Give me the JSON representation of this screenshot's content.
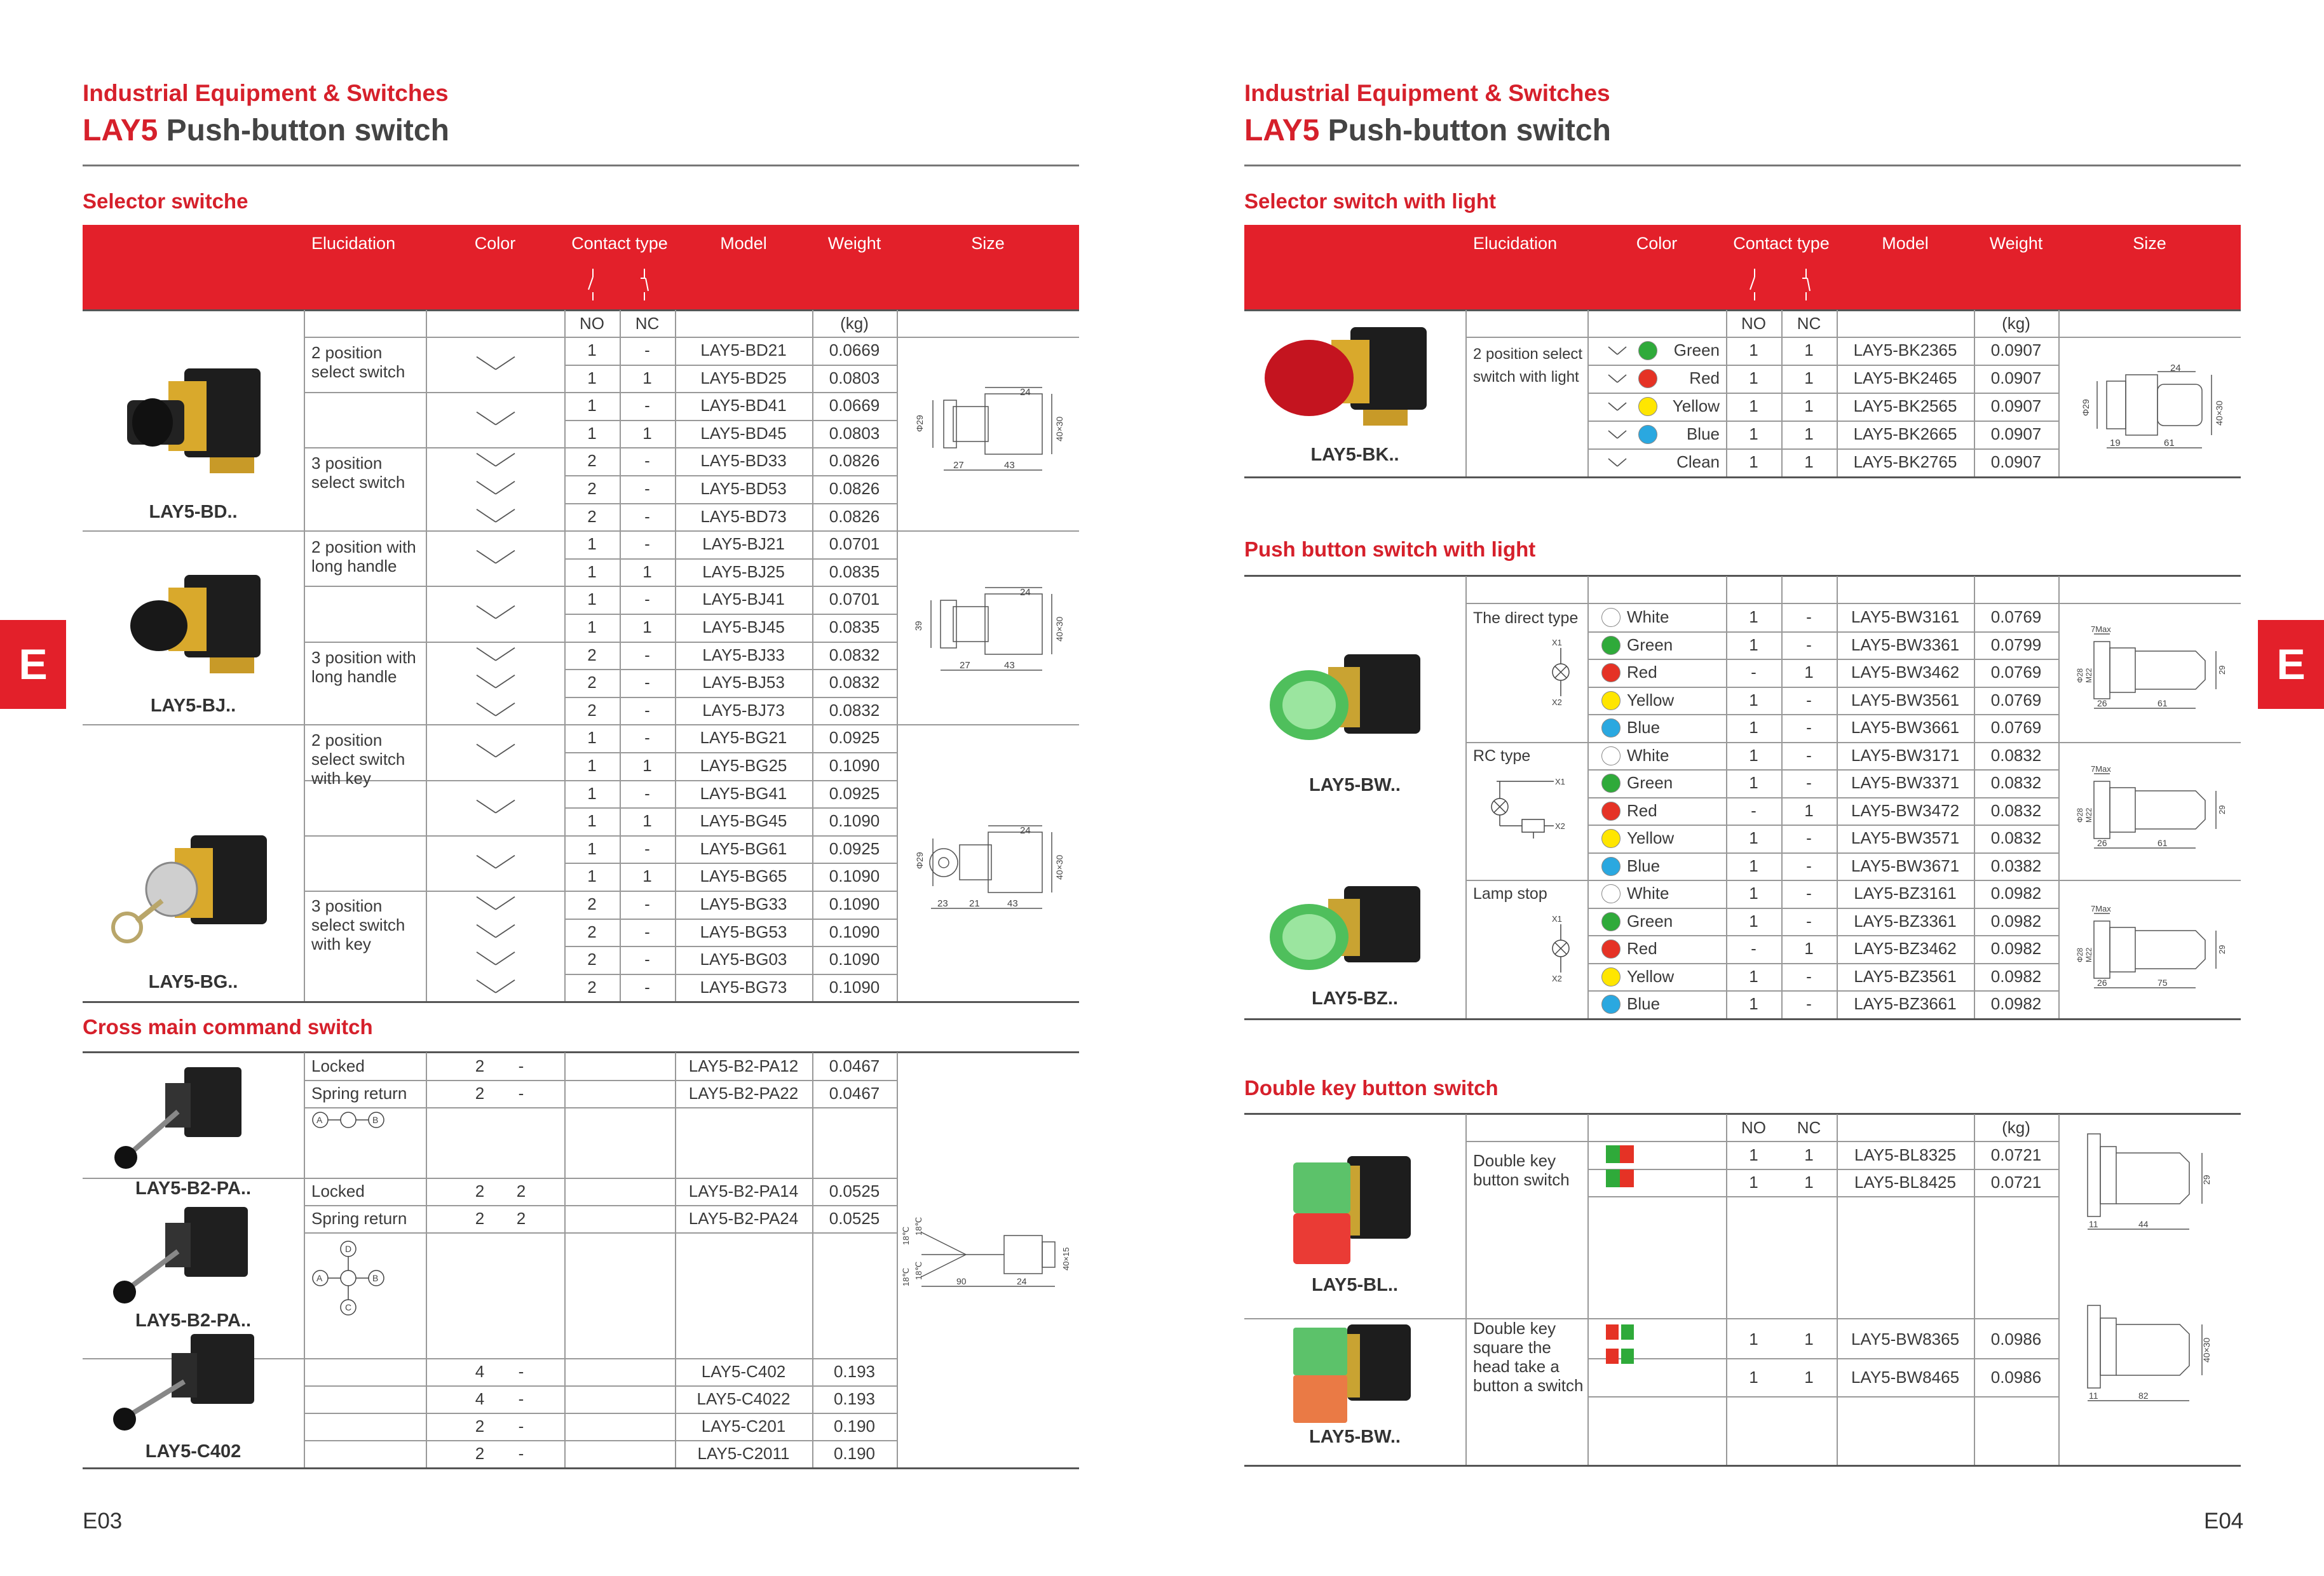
{
  "left": {
    "category": "Industrial Equipment & Switches",
    "series": "LAY5",
    "product": "Push-button switch",
    "section1": "Selector switche",
    "section2": "Cross main command switch",
    "page": "E03",
    "headers": {
      "elucidation": "Elucidation",
      "color": "Color",
      "contact": "Contact type",
      "model": "Model",
      "weight": "Weight",
      "size": "Size",
      "no": "NO",
      "nc": "NC",
      "kg": "(kg)"
    },
    "groups": [
      {
        "caption": "LAY5-BD..",
        "desc1": "2 position select switch",
        "desc2": "3 position select switch"
      },
      {
        "caption": "LAY5-BJ..",
        "desc1": "2 position with long handle",
        "desc2": "3 position with long handle"
      },
      {
        "caption": "LAY5-BG..",
        "desc1": "2 position select switch with key",
        "desc2": "3 position select switch with key"
      }
    ],
    "rows": [
      [
        "1",
        "-",
        "LAY5-BD21",
        "0.0669"
      ],
      [
        "1",
        "1",
        "LAY5-BD25",
        "0.0803"
      ],
      [
        "1",
        "-",
        "LAY5-BD41",
        "0.0669"
      ],
      [
        "1",
        "1",
        "LAY5-BD45",
        "0.0803"
      ],
      [
        "2",
        "-",
        "LAY5-BD33",
        "0.0826"
      ],
      [
        "2",
        "-",
        "LAY5-BD53",
        "0.0826"
      ],
      [
        "2",
        "-",
        "LAY5-BD73",
        "0.0826"
      ],
      [
        "1",
        "-",
        "LAY5-BJ21",
        "0.0701"
      ],
      [
        "1",
        "1",
        "LAY5-BJ25",
        "0.0835"
      ],
      [
        "1",
        "-",
        "LAY5-BJ41",
        "0.0701"
      ],
      [
        "1",
        "1",
        "LAY5-BJ45",
        "0.0835"
      ],
      [
        "2",
        "-",
        "LAY5-BJ33",
        "0.0832"
      ],
      [
        "2",
        "-",
        "LAY5-BJ53",
        "0.0832"
      ],
      [
        "2",
        "-",
        "LAY5-BJ73",
        "0.0832"
      ],
      [
        "1",
        "-",
        "LAY5-BG21",
        "0.0925"
      ],
      [
        "1",
        "1",
        "LAY5-BG25",
        "0.1090"
      ],
      [
        "1",
        "-",
        "LAY5-BG41",
        "0.0925"
      ],
      [
        "1",
        "1",
        "LAY5-BG45",
        "0.1090"
      ],
      [
        "1",
        "-",
        "LAY5-BG61",
        "0.0925"
      ],
      [
        "1",
        "1",
        "LAY5-BG65",
        "0.1090"
      ],
      [
        "2",
        "-",
        "LAY5-BG33",
        "0.1090"
      ],
      [
        "2",
        "-",
        "LAY5-BG53",
        "0.1090"
      ],
      [
        "2",
        "-",
        "LAY5-BG03",
        "0.1090"
      ],
      [
        "2",
        "-",
        "LAY5-BG73",
        "0.1090"
      ]
    ],
    "dims": {
      "bd": [
        "24",
        "Φ29",
        "40×30",
        "27",
        "43"
      ],
      "bj": [
        "24",
        "39",
        "40×30",
        "27",
        "43"
      ],
      "bg": [
        "24",
        "Φ29",
        "40×30",
        "23",
        "21",
        "43"
      ],
      "cross": [
        "18℃",
        "18℃",
        "18℃",
        "18℃",
        "40×15",
        "90",
        "24"
      ]
    },
    "cross": {
      "captions": [
        "LAY5-B2-PA..",
        "LAY5-B2-PA..",
        "LAY5-C402"
      ],
      "rows": [
        [
          "Locked",
          "2",
          "-",
          "LAY5-B2-PA12",
          "0.0467"
        ],
        [
          "Spring return",
          "2",
          "-",
          "LAY5-B2-PA22",
          "0.0467"
        ],
        [
          "Locked",
          "2",
          "2",
          "LAY5-B2-PA14",
          "0.0525"
        ],
        [
          "Spring return",
          "2",
          "2",
          "LAY5-B2-PA24",
          "0.0525"
        ],
        [
          "",
          "4",
          "-",
          "LAY5-C402",
          "0.193"
        ],
        [
          "",
          "4",
          "-",
          "LAY5-C4022",
          "0.193"
        ],
        [
          "",
          "2",
          "-",
          "LAY5-C201",
          "0.190"
        ],
        [
          "",
          "2",
          "-",
          "LAY5-C2011",
          "0.190"
        ]
      ],
      "letters": {
        "a": "A",
        "b": "B",
        "c": "C",
        "d": "D"
      }
    }
  },
  "right": {
    "category": "Industrial Equipment & Switches",
    "series": "LAY5",
    "product": "Push-button switch",
    "section1": "Selector switch with light",
    "section2": "Push button switch with light",
    "section3": "Double key button switch",
    "page": "E04",
    "tab": "E",
    "bk": {
      "caption": "LAY5-BK..",
      "desc": "2 position select switch with light",
      "rows": [
        [
          "Green",
          "1",
          "1",
          "LAY5-BK2365",
          "0.0907"
        ],
        [
          "Red",
          "1",
          "1",
          "LAY5-BK2465",
          "0.0907"
        ],
        [
          "Yellow",
          "1",
          "1",
          "LAY5-BK2565",
          "0.0907"
        ],
        [
          "Blue",
          "1",
          "1",
          "LAY5-BK2665",
          "0.0907"
        ],
        [
          "Clean",
          "1",
          "1",
          "LAY5-BK2765",
          "0.0907"
        ]
      ],
      "dims": [
        "24",
        "Φ29",
        "40×30",
        "19",
        "61"
      ]
    },
    "bw": {
      "captions": [
        "LAY5-BW..",
        "LAY5-BZ.."
      ],
      "labels": [
        "The direct type",
        "RC type",
        "Lamp stop"
      ],
      "terminals": [
        "X1",
        "X2"
      ],
      "rows": [
        [
          "White",
          "1",
          "-",
          "LAY5-BW3161",
          "0.0769"
        ],
        [
          "Green",
          "1",
          "-",
          "LAY5-BW3361",
          "0.0799"
        ],
        [
          "Red",
          "-",
          "1",
          "LAY5-BW3462",
          "0.0769"
        ],
        [
          "Yellow",
          "1",
          "-",
          "LAY5-BW3561",
          "0.0769"
        ],
        [
          "Blue",
          "1",
          "-",
          "LAY5-BW3661",
          "0.0769"
        ],
        [
          "White",
          "1",
          "-",
          "LAY5-BW3171",
          "0.0832"
        ],
        [
          "Green",
          "1",
          "-",
          "LAY5-BW3371",
          "0.0832"
        ],
        [
          "Red",
          "-",
          "1",
          "LAY5-BW3472",
          "0.0832"
        ],
        [
          "Yellow",
          "1",
          "-",
          "LAY5-BW3571",
          "0.0832"
        ],
        [
          "Blue",
          "1",
          "-",
          "LAY5-BW3671",
          "0.0382"
        ],
        [
          "White",
          "1",
          "-",
          "LAY5-BZ3161",
          "0.0982"
        ],
        [
          "Green",
          "1",
          "-",
          "LAY5-BZ3361",
          "0.0982"
        ],
        [
          "Red",
          "-",
          "1",
          "LAY5-BZ3462",
          "0.0982"
        ],
        [
          "Yellow",
          "1",
          "-",
          "LAY5-BZ3561",
          "0.0982"
        ],
        [
          "Blue",
          "1",
          "-",
          "LAY5-BZ3661",
          "0.0982"
        ]
      ],
      "dims": [
        [
          "7Max",
          "Φ28",
          "M22",
          "29",
          "26",
          "61"
        ],
        [
          "7Max",
          "Φ28",
          "M22",
          "29",
          "26",
          "61"
        ],
        [
          "7Max",
          "Φ28",
          "M22",
          "29",
          "26",
          "75"
        ]
      ]
    },
    "dk": {
      "captions": [
        "LAY5-BL..",
        "LAY5-BW.."
      ],
      "desc1": "Double key button switch",
      "desc2": "Double key square the head take a button a switch",
      "rows": [
        [
          "1",
          "1",
          "LAY5-BL8325",
          "0.0721"
        ],
        [
          "1",
          "1",
          "LAY5-BL8425",
          "0.0721"
        ],
        [
          "1",
          "1",
          "LAY5-BW8365",
          "0.0986"
        ],
        [
          "1",
          "1",
          "LAY5-BW8465",
          "0.0986"
        ]
      ],
      "dims": [
        [
          "29",
          "11",
          "44"
        ],
        [
          "40×30",
          "11",
          "82"
        ]
      ]
    }
  },
  "colors": {
    "accent": "#e3202a",
    "White": "#ffffff",
    "Green": "#2faa3a",
    "Red": "#e53225",
    "Yellow": "#ffe600",
    "Blue": "#2aa8e0",
    "Clean": "none"
  }
}
